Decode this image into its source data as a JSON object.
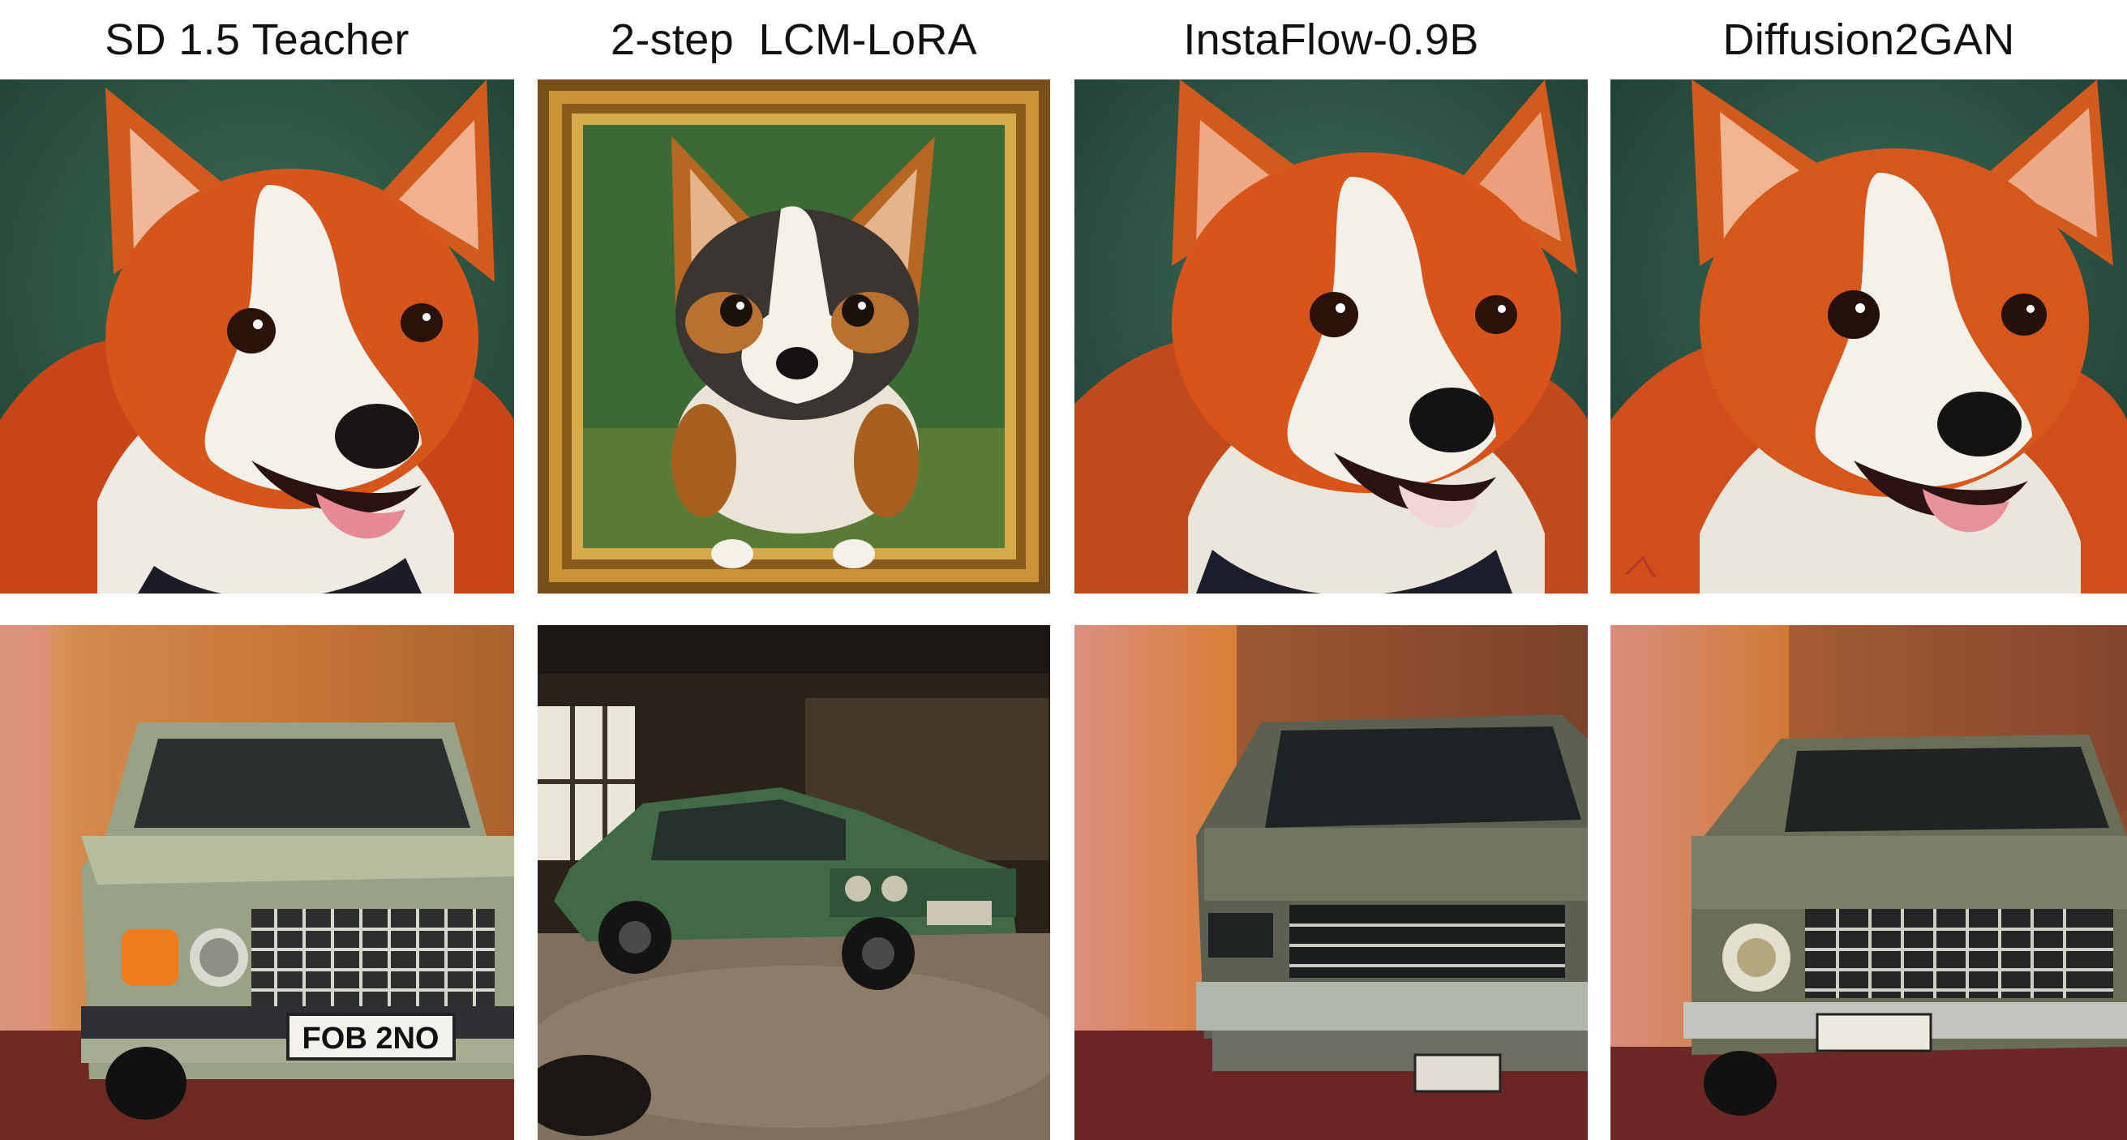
{
  "columns": [
    {
      "title": "SD 1.5 Teacher"
    },
    {
      "title": "2-step  LCM-LoRA"
    },
    {
      "title": "InstaFlow-0.9B"
    },
    {
      "title": "Diffusion2GAN"
    }
  ],
  "rows": [
    {
      "subject": "corgi-painting"
    },
    {
      "subject": "vintage-car-painting"
    }
  ],
  "plates": {
    "teacher": "FOB 2NO",
    "lcm": "",
    "instaflow": "",
    "diffusion2gan": ""
  },
  "colors": {
    "corgi_orange": "#d8521a",
    "corgi_white": "#f2efe8",
    "bg_green": "#2f5a45",
    "car_green": "#8a9478",
    "wall_warm": "#c97a3a"
  }
}
